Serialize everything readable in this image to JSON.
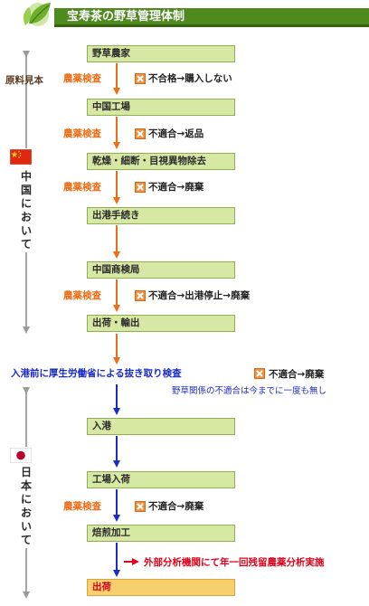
{
  "header": {
    "title": "宝寿茶の野草管理体制"
  },
  "side": {
    "origin_label": "原料見本",
    "china_label": "中国において",
    "japan_label": "日本において"
  },
  "steps": [
    {
      "label": "野草農家"
    },
    {
      "label": "中国工場"
    },
    {
      "label": "乾燥・細断・目視異物除去"
    },
    {
      "label": "出港手続き"
    },
    {
      "label": "中国商検局"
    },
    {
      "label": "出荷・輸出"
    },
    {
      "label": "入港"
    },
    {
      "label": "工場入荷"
    },
    {
      "label": "焙煎加工"
    },
    {
      "label": "出荷"
    }
  ],
  "inspections": [
    {
      "label": "農薬検査",
      "result": "不合格→購入しない"
    },
    {
      "label": "農薬検査",
      "result": "不適合→返品"
    },
    {
      "label": "農薬検査",
      "result": "不適合→廃棄"
    },
    {
      "label": "農薬検査",
      "result": "不適合→出港停止→廃棄"
    },
    {
      "label": "農薬検査",
      "result": "不適合→廃棄"
    }
  ],
  "port_inspection": {
    "label": "入港前に厚生労働省による抜き取り検査",
    "result": "不適合→廃棄",
    "note": "野草関係の不適合は今までに一度も無し"
  },
  "analysis_note": "外部分析機関にて年一回残留農薬分析実施",
  "colors": {
    "header_green": "#4f8a1f",
    "step_fill": "#d7e8a5",
    "final_fill": "#f7cf6f",
    "orange": "#f26c13",
    "blue": "#1a2bc8",
    "red": "#e0001a"
  },
  "icons": [
    "leaf-logo-icon",
    "china-flag-icon",
    "japan-flag-icon",
    "reject-x-icon"
  ]
}
